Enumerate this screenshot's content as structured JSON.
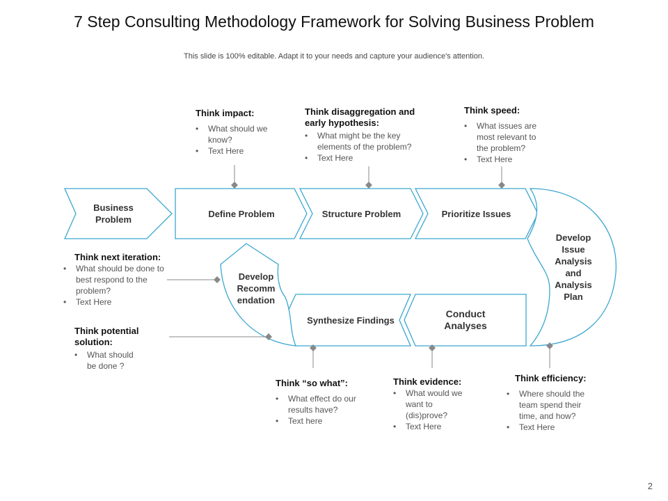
{
  "slide": {
    "title": "7 Step Consulting Methodology Framework for Solving Business Problem",
    "subtitle": "This slide is 100% editable. Adapt it to your needs and capture your audience's attention.",
    "page_number": "2"
  },
  "colors": {
    "outline": "#3aa6cf",
    "connector": "#888888"
  },
  "steps": {
    "business_problem": "Business Problem",
    "define_problem": "Define Problem",
    "structure_problem": "Structure Problem",
    "prioritize_issues": "Prioritize Issues",
    "develop_analysis_plan": "Develop Issue Analysis and Analysis Plan",
    "conduct_analyses": "Conduct Analyses",
    "synthesize_findings": "Synthesize Findings",
    "develop_recommendation": "Develop Recomm endation"
  },
  "notes": {
    "impact": {
      "heading": "Think impact:",
      "items": [
        "What should we know?",
        "Text Here"
      ]
    },
    "disaggregation": {
      "heading": "Think disaggregation and early hypothesis:",
      "items": [
        "What might be the key elements of the problem?",
        "Text Here"
      ]
    },
    "speed": {
      "heading": "Think speed:",
      "items": [
        "What issues are most relevant to the problem?",
        "Text Here"
      ]
    },
    "next_iteration": {
      "heading": "Think next iteration:",
      "items": [
        "What should be done to best respond to the problem?",
        "Text Here"
      ]
    },
    "potential_solution": {
      "heading": "Think potential solution:",
      "items": [
        "What should be done ?"
      ]
    },
    "so_what": {
      "heading": "Think “so what”:",
      "items": [
        "What effect do our results have?",
        "Text here"
      ]
    },
    "evidence": {
      "heading": "Think evidence:",
      "items": [
        "What would we want to (dis)prove?",
        "Text Here"
      ]
    },
    "efficiency": {
      "heading": "Think efficiency:",
      "items": [
        "Where should the team spend their time, and how?",
        "Text Here"
      ]
    }
  }
}
